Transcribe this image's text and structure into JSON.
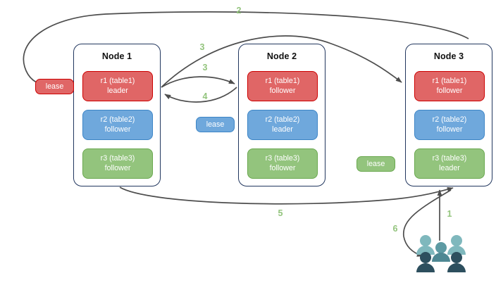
{
  "diagram": {
    "title": "",
    "colors": {
      "red_fill": "#e06666",
      "red_border": "#cc0000",
      "blue_fill": "#6fa8dc",
      "blue_border": "#3d85c6",
      "green_fill": "#93c47d",
      "green_border": "#6aa84f",
      "node_border": "#21365e",
      "arrow": "#4d4d4d",
      "step_label": "#93c47d",
      "users_light": "#7fb8bd",
      "users_mid": "#5d9aa3",
      "users_dark": "#2d4f5e"
    }
  },
  "nodes": [
    {
      "title": "Node 1",
      "replicas": [
        {
          "name": "r1 (table1)",
          "role": "leader",
          "color": "red"
        },
        {
          "name": "r2 (table2)",
          "role": "follower",
          "color": "blue"
        },
        {
          "name": "r3 (table3)",
          "role": "follower",
          "color": "green"
        }
      ]
    },
    {
      "title": "Node 2",
      "replicas": [
        {
          "name": "r1 (table1)",
          "role": "follower",
          "color": "red"
        },
        {
          "name": "r2 (table2)",
          "role": "leader",
          "color": "blue"
        },
        {
          "name": "r3 (table3)",
          "role": "follower",
          "color": "green"
        }
      ]
    },
    {
      "title": "Node 3",
      "replicas": [
        {
          "name": "r1 (table1)",
          "role": "follower",
          "color": "red"
        },
        {
          "name": "r2 (table2)",
          "role": "follower",
          "color": "blue"
        },
        {
          "name": "r3 (table3)",
          "role": "leader",
          "color": "green"
        }
      ]
    }
  ],
  "leases": [
    {
      "label": "lease",
      "color": "red"
    },
    {
      "label": "lease",
      "color": "blue"
    },
    {
      "label": "lease",
      "color": "green"
    }
  ],
  "steps": [
    {
      "label": "1"
    },
    {
      "label": "2"
    },
    {
      "label": "3"
    },
    {
      "label": "3"
    },
    {
      "label": "4"
    },
    {
      "label": "5"
    },
    {
      "label": "6"
    }
  ],
  "icons": {
    "users": "users-group-icon"
  }
}
